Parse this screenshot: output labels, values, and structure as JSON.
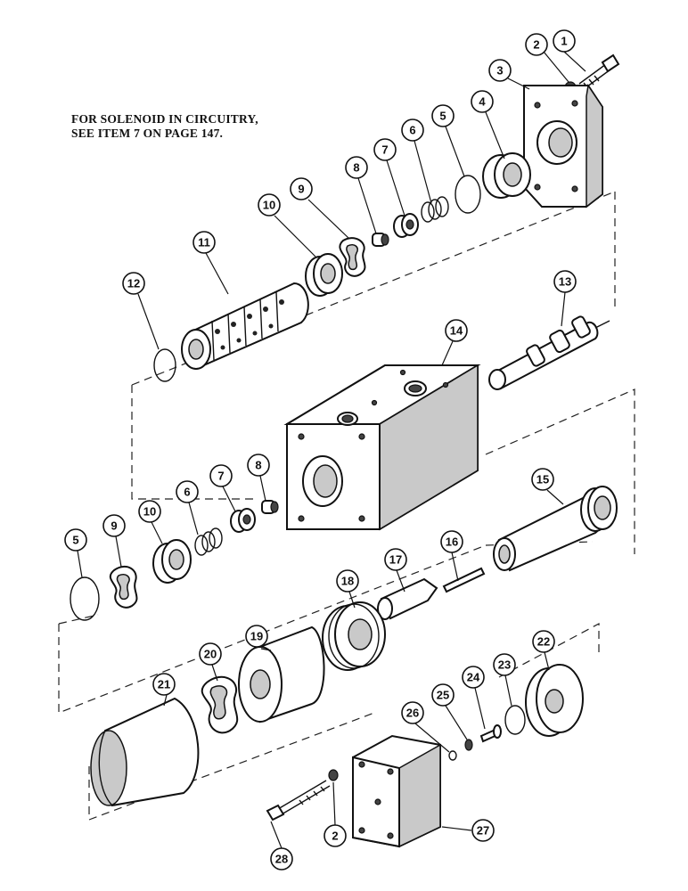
{
  "note": {
    "line1": "FOR SOLENOID IN CIRCUITRY,",
    "line2": "SEE ITEM 7 ON PAGE 147."
  },
  "callouts": [
    {
      "id": "c1",
      "label": "1"
    },
    {
      "id": "c2a",
      "label": "2"
    },
    {
      "id": "c3",
      "label": "3"
    },
    {
      "id": "c4",
      "label": "4"
    },
    {
      "id": "c5a",
      "label": "5"
    },
    {
      "id": "c6a",
      "label": "6"
    },
    {
      "id": "c7a",
      "label": "7"
    },
    {
      "id": "c8a",
      "label": "8"
    },
    {
      "id": "c9a",
      "label": "9"
    },
    {
      "id": "c10a",
      "label": "10"
    },
    {
      "id": "c11",
      "label": "11"
    },
    {
      "id": "c12",
      "label": "12"
    },
    {
      "id": "c13",
      "label": "13"
    },
    {
      "id": "c14",
      "label": "14"
    },
    {
      "id": "c15",
      "label": "15"
    },
    {
      "id": "c16",
      "label": "16"
    },
    {
      "id": "c17",
      "label": "17"
    },
    {
      "id": "c18",
      "label": "18"
    },
    {
      "id": "c19",
      "label": "19"
    },
    {
      "id": "c20",
      "label": "20"
    },
    {
      "id": "c21",
      "label": "21"
    },
    {
      "id": "c22",
      "label": "22"
    },
    {
      "id": "c23",
      "label": "23"
    },
    {
      "id": "c24",
      "label": "24"
    },
    {
      "id": "c25",
      "label": "25"
    },
    {
      "id": "c26",
      "label": "26"
    },
    {
      "id": "c27",
      "label": "27"
    },
    {
      "id": "c28",
      "label": "28"
    },
    {
      "id": "c2b",
      "label": "2"
    },
    {
      "id": "c5b",
      "label": "5"
    },
    {
      "id": "c9b",
      "label": "9"
    },
    {
      "id": "c10b",
      "label": "10"
    },
    {
      "id": "c6b",
      "label": "6"
    },
    {
      "id": "c7b",
      "label": "7"
    },
    {
      "id": "c8b",
      "label": "8"
    }
  ]
}
